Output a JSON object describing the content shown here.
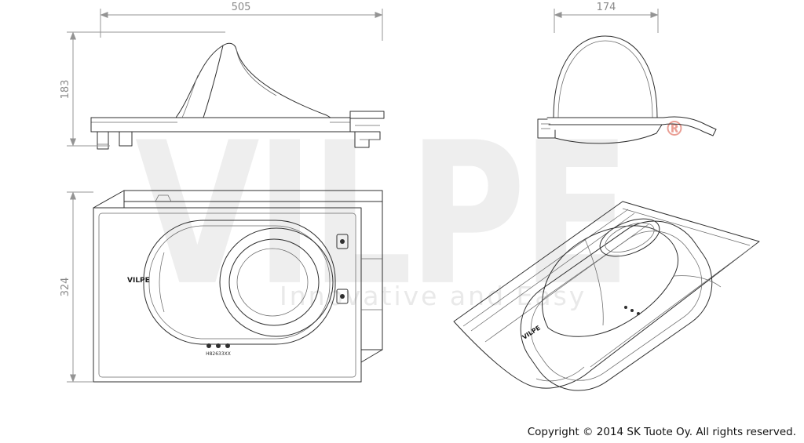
{
  "watermark": {
    "brand": "VILPE",
    "registered": "®",
    "tagline": "Innovative and Easy"
  },
  "views": {
    "side": {
      "dim_width": "505",
      "dim_height": "183"
    },
    "front": {
      "dim_width": "174"
    },
    "top": {
      "dim_height": "324",
      "logo": "VILPE",
      "product_code": "H82633XX"
    },
    "iso": {
      "logo": "VILPE"
    }
  },
  "footer": {
    "copyright": "Copyright © 2014 SK Tuote Oy. All rights reserved."
  },
  "colors": {
    "line": "#2f2f2f",
    "dimension": "#949494",
    "watermark": "#eeeeee",
    "accent_red": "#d94f3d"
  }
}
